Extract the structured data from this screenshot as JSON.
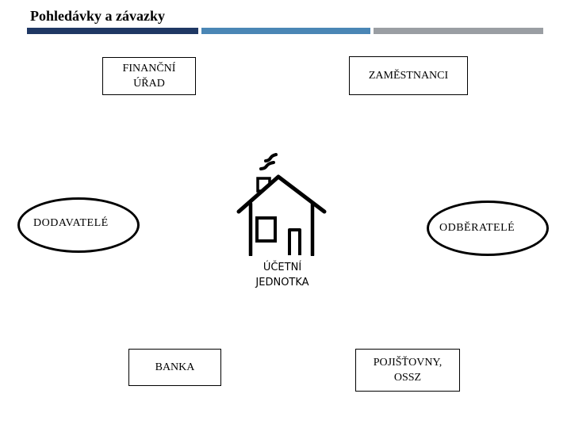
{
  "slide": {
    "title": "Pohledávky a závazky"
  },
  "nodes": {
    "financni_urad": "FINANČNÍ\nÚŘAD",
    "zamestnanci": "ZAMĚSTNANCI",
    "dodavatele": "DODAVATELÉ",
    "odberatele": "ODBĚRATELÉ",
    "banka": "BANKA",
    "pojistovny": "POJIŠŤOVNY,\nOSSZ",
    "center": "ÚČETNÍ\nJEDNOTKA"
  },
  "icons": {
    "center": "house-icon"
  },
  "colors": {
    "bar_dark": "#1f3864",
    "bar_mid": "#4a86b5",
    "bar_gray": "#9a9ea3"
  }
}
